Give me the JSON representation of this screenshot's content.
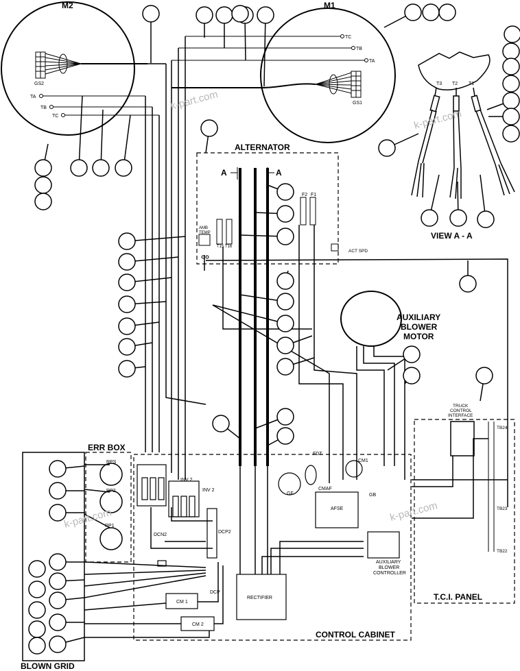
{
  "labels": {
    "m2": "M2",
    "m1": "M1",
    "alternator": "ALTERNATOR",
    "section_a_left": "A",
    "section_a_right": "A",
    "view_aa": "VIEW A - A",
    "aux_line1": "AUXILIARY",
    "aux_line2": "BLOWER",
    "aux_line3": "MOTOR",
    "err_box": "ERR BOX",
    "blown_grid": "BLOWN GRID",
    "control_cabinet": "CONTROL CABINET",
    "tci_panel": "T.C.I. PANEL",
    "truck1": "TRUCK",
    "truck2": "CONTROL",
    "truck3": "INTERFACE",
    "abc1": "AUXILIARY",
    "abc2": "BLOWER",
    "abc3": "CONTROLLER"
  },
  "small_labels": {
    "gs2": "GS2",
    "gs1": "GS1",
    "ta_left": "TA",
    "tb_left": "TB",
    "tc_left": "TC",
    "tc_right": "TC",
    "tb_right": "TB",
    "ta_right": "TA",
    "t3": "T3",
    "t2": "T2",
    "t1": "T1",
    "f2": "F2",
    "f1": "F1",
    "amb1": "AMB",
    "amb2": "TEMP",
    "t15t16": "T15 T16",
    "act_spd": "ACT SPD",
    "rps": "RPS",
    "rp2": "RP2",
    "rp1": "RP1",
    "inv2_a": "INV 2",
    "inv2_b": "INV 2",
    "dcn2": "DCN2",
    "dcp2": "DCP2",
    "dcp": "DCP",
    "fdt": "FDT",
    "cm1_top": "CM1",
    "cmaf": "CMAF",
    "gf": "GF",
    "afse": "AFSE",
    "gb": "GB",
    "rectifier": "RECTIFIER",
    "cm1": "CM 1",
    "cm2": "CM 2",
    "tb24": "TB24",
    "tb23": "TB23",
    "tb22": "TB22"
  },
  "watermark": "k-part.com",
  "callout_count": 62
}
